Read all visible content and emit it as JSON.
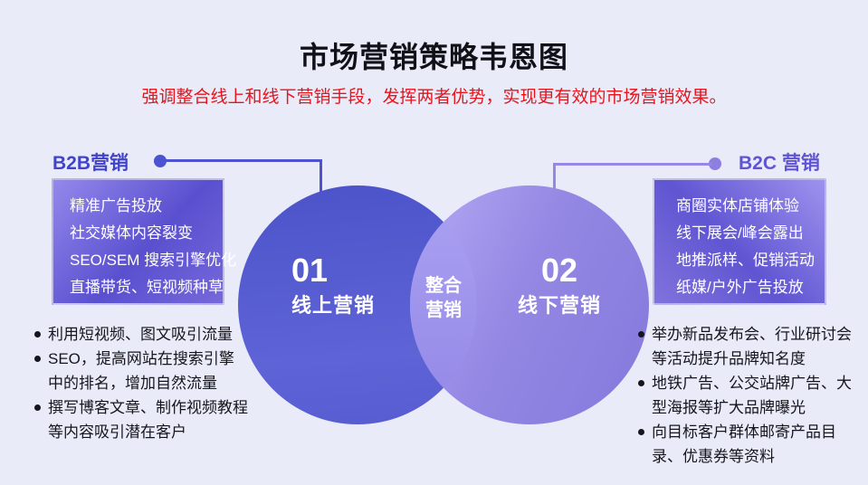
{
  "header": {
    "title": "市场营销策略韦恩图",
    "subtitle": "强调整合线上和线下营销手段，发挥两者优势，实现更有效的市场营销效果。"
  },
  "left_group": {
    "label": "B2B营销",
    "box_items": {
      "0": "精准广告投放",
      "1": "社交媒体内容裂变",
      "2": "SEO/SEM 搜索引擎优化",
      "3": "直播带货、短视频种草"
    },
    "bullets": {
      "0": "利用短视频、图文吸引流量",
      "1": "SEO，提高网站在搜索引擎中的排名，增加自然流量",
      "2": "撰写博客文章、制作视频教程等内容吸引潜在客户"
    }
  },
  "right_group": {
    "label": "B2C 营销",
    "box_items": {
      "0": "商圈实体店铺体验",
      "1": "线下展会/峰会露出",
      "2": "地推派样、促销活动",
      "3": "纸媒/户外广告投放"
    },
    "bullets": {
      "0": "举办新品发布会、行业研讨会等活动提升品牌知名度",
      "1": "地铁广告、公交站牌广告、大型海报等扩大品牌曝光",
      "2": "向目标客户群体邮寄产品目录、优惠券等资料"
    }
  },
  "venn": {
    "left_circle": {
      "number": "01",
      "label": "线上营销"
    },
    "right_circle": {
      "number": "02",
      "label": "线下营销"
    },
    "overlap": {
      "line1": "整合",
      "line2": "营销"
    }
  },
  "colors": {
    "background": "#e9ebf8",
    "title_text": "#111118",
    "subtitle_text": "#e8141c",
    "b2b_label": "#4144cb",
    "b2c_label": "#5f54d3",
    "left_connector": "#4d53d0",
    "right_connector": "#9588e4",
    "left_circle": "#555bd0",
    "right_circle": "#9b8fe8",
    "overlap_lens": "#a096ec",
    "box_gradient_dark": "#5a50cf",
    "box_gradient_light": "#9e92ee",
    "body_text": "#15151b"
  }
}
